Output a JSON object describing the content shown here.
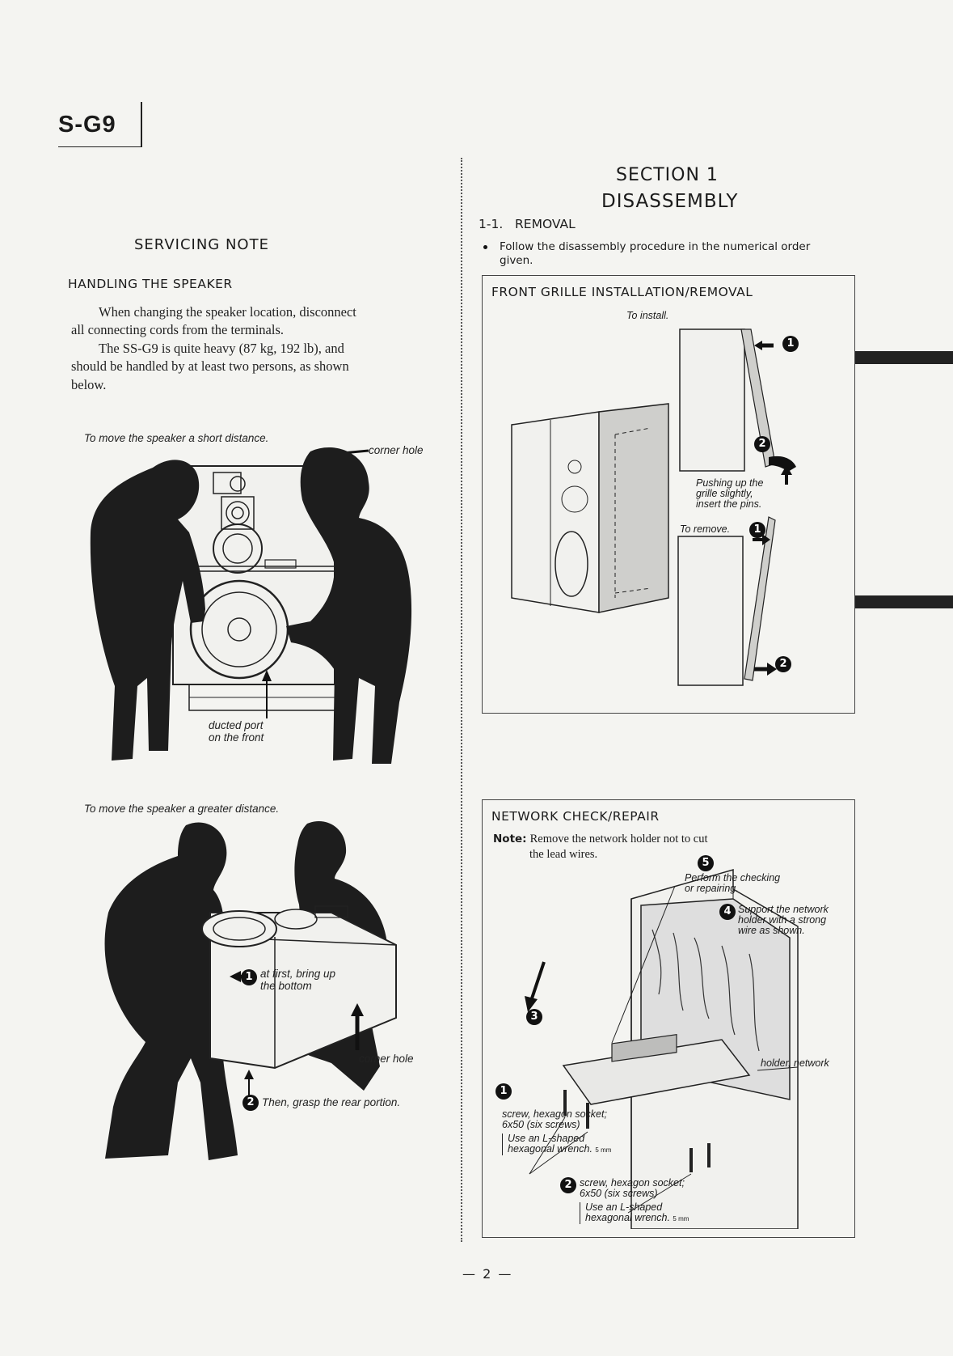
{
  "header": {
    "model": "S-G9"
  },
  "left": {
    "section_title": "SERVICING NOTE",
    "subtitle": "HANDLING THE SPEAKER",
    "para1_line1": "When changing the speaker location, disconnect",
    "para1_line2": "all connecting cords from the terminals.",
    "para2_line1": "The SS-G9 is quite heavy (87 kg, 192 lb), and",
    "para2_line2": "should be handled by at least two persons, as shown",
    "para2_line3": "below.",
    "fig1": {
      "caption": "To move the speaker a short distance.",
      "corner_hole": "corner hole",
      "ducted_port_1": "ducted port",
      "ducted_port_2": "on the front"
    },
    "fig2": {
      "caption": "To move the speaker a greater distance.",
      "step1_num": "1",
      "step1_line1": "at first, bring up",
      "step1_line2": "the bottom",
      "corner_hole": "corner hole",
      "step2_num": "2",
      "step2_text": "Then, grasp the rear portion."
    }
  },
  "right": {
    "section_heading_1": "SECTION 1",
    "section_heading_2": "DISASSEMBLY",
    "subsection": "1-1.   REMOVAL",
    "bullet_line1": "Follow the disassembly procedure in the numerical order",
    "bullet_line2": "given.",
    "grille_box": {
      "title": "FRONT GRILLE INSTALLATION/REMOVAL",
      "to_install": "To install.",
      "n1": "1",
      "n2": "2",
      "push_1": "Pushing up the",
      "push_2": "grille slightly,",
      "push_3": "insert the pins.",
      "to_remove": "To remove.",
      "r1": "1",
      "r2": "2"
    },
    "network_box": {
      "title": "NETWORK CHECK/REPAIR",
      "note_label": "Note:",
      "note_line1": "Remove the network holder not to cut",
      "note_line2": "the lead wires.",
      "n5": "5",
      "step5_1": "Perform the checking",
      "step5_2": "or repairing.",
      "n4": "4",
      "step4_1": "Support the network",
      "step4_2": "holder with a strong",
      "step4_3": "wire as shown.",
      "n3": "3",
      "holder": "holder, network",
      "n1": "1",
      "screw1_1": "screw, hexagon socket;",
      "screw1_2": "6x50 (six screws)",
      "screw1_3": "Use an L-shaped",
      "screw1_4": "hexagonal wrench.",
      "size1": "5 mm",
      "n2": "2",
      "screw2_1": "screw, hexagon socket;",
      "screw2_2": "6x50 (six screws)",
      "screw2_3": "Use an L-shaped",
      "screw2_4": "hexagonal wrench.",
      "size2": "5 mm"
    }
  },
  "footer": {
    "page": "— 2 —"
  }
}
